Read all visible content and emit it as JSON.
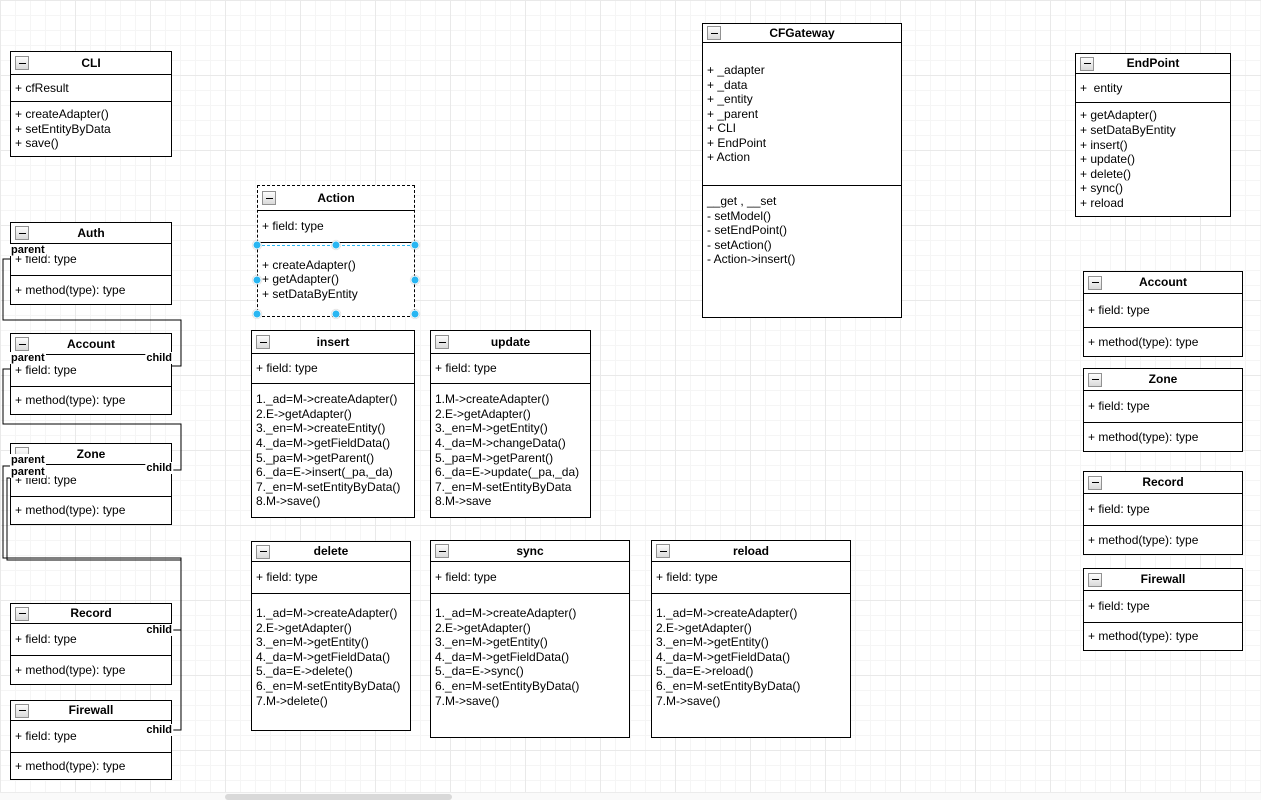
{
  "diagram": {
    "classes": [
      {
        "name": "CLI",
        "fields": [
          "+ cfResult"
        ],
        "methods": [
          "+ createAdapter()",
          "+ setEntityByData",
          "+ save()"
        ]
      },
      {
        "name": "Auth",
        "fields": [
          "+ field: type"
        ],
        "methods": [
          "+ method(type): type"
        ]
      },
      {
        "name": "Account",
        "fields": [
          "+ field: type"
        ],
        "methods": [
          "+ method(type): type"
        ]
      },
      {
        "name": "Zone",
        "fields": [
          "+ field: type"
        ],
        "methods": [
          "+ method(type): type"
        ]
      },
      {
        "name": "Record",
        "fields": [
          "+ field: type"
        ],
        "methods": [
          "+ method(type): type"
        ]
      },
      {
        "name": "Firewall",
        "fields": [
          "+ field: type"
        ],
        "methods": [
          "+ method(type): type"
        ]
      },
      {
        "name": "Action",
        "fields": [
          "+ field: type"
        ],
        "methods": [
          "+ createAdapter()",
          "+ getAdapter()",
          "+ setDataByEntity"
        ]
      },
      {
        "name": "insert",
        "fields": [
          "+ field: type"
        ],
        "methods": [
          "1._ad=M->createAdapter()",
          "2.E->getAdapter()",
          "3._en=M->createEntity()",
          "4._da=M->getFieldData()",
          "5._pa=M->getParent()",
          "6._da=E->insert(_pa,_da)",
          "7._en=M-setEntityByData()",
          "8.M->save()"
        ]
      },
      {
        "name": "update",
        "fields": [
          "+ field: type"
        ],
        "methods": [
          "1.M->createAdapter()",
          "2.E->getAdapter()",
          "3._en=M->getEntity()",
          "4._da=M->changeData()",
          "5._pa=M->getParent()",
          "6._da=E->update(_pa,_da)",
          "7._en=M-setEntityByData",
          "8.M->save"
        ]
      },
      {
        "name": "delete",
        "fields": [
          "+ field: type"
        ],
        "methods": [
          "1._ad=M->createAdapter()",
          "2.E->getAdapter()",
          "3._en=M->getEntity()",
          "4._da=M->getFieldData()",
          "5._da=E->delete()",
          "6._en=M-setEntityByData()",
          "7.M->delete()"
        ]
      },
      {
        "name": "sync",
        "fields": [
          "+ field: type"
        ],
        "methods": [
          "1._ad=M->createAdapter()",
          "2.E->getAdapter()",
          "3._en=M->getEntity()",
          "4._da=M->getFieldData()",
          "5._da=E->sync()",
          "6._en=M-setEntityByData()",
          "7.M->save()"
        ]
      },
      {
        "name": "reload",
        "fields": [
          "+ field: type"
        ],
        "methods": [
          "1._ad=M->createAdapter()",
          "2.E->getAdapter()",
          "3._en=M->getEntity()",
          "4._da=M->getFieldData()",
          "5._da=E->reload()",
          "6._en=M-setEntityByData()",
          "7.M->save()"
        ]
      },
      {
        "name": "CFGateway",
        "fields": [
          "+ _adapter",
          "+ _data",
          "+ _entity",
          "+ _parent",
          "+ CLI",
          "+ EndPoint",
          "+ Action"
        ],
        "methods": [
          "__get , __set",
          "- setModel()",
          "- setEndPoint()",
          "- setAction()",
          "- Action->insert()"
        ]
      },
      {
        "name": "EndPoint",
        "fields": [
          "+  entity"
        ],
        "methods": [
          "+ getAdapter()",
          "+ setDataByEntity",
          "+ insert()",
          "+ update()",
          "+ delete()",
          "+ sync()",
          "+ reload"
        ]
      },
      {
        "name": "Account",
        "fields": [
          "+ field: type"
        ],
        "methods": [
          "+ method(type): type"
        ]
      },
      {
        "name": "Zone",
        "fields": [
          "+ field: type"
        ],
        "methods": [
          "+ method(type): type"
        ]
      },
      {
        "name": "Record",
        "fields": [
          "+ field: type"
        ],
        "methods": [
          "+ method(type): type"
        ]
      },
      {
        "name": "Firewall",
        "fields": [
          "+ field: type"
        ],
        "methods": [
          "+ method(type): type"
        ]
      }
    ],
    "edge_labels": {
      "parent": "parent",
      "child": "child"
    },
    "selection": {
      "selected_class": "Action"
    },
    "colors": {
      "box_border": "#000000",
      "box_background": "#ffffff",
      "selection_handle": "#29b6f2",
      "grid_minor": "#f5f5f5",
      "grid_major": "#e9e9e9"
    }
  }
}
